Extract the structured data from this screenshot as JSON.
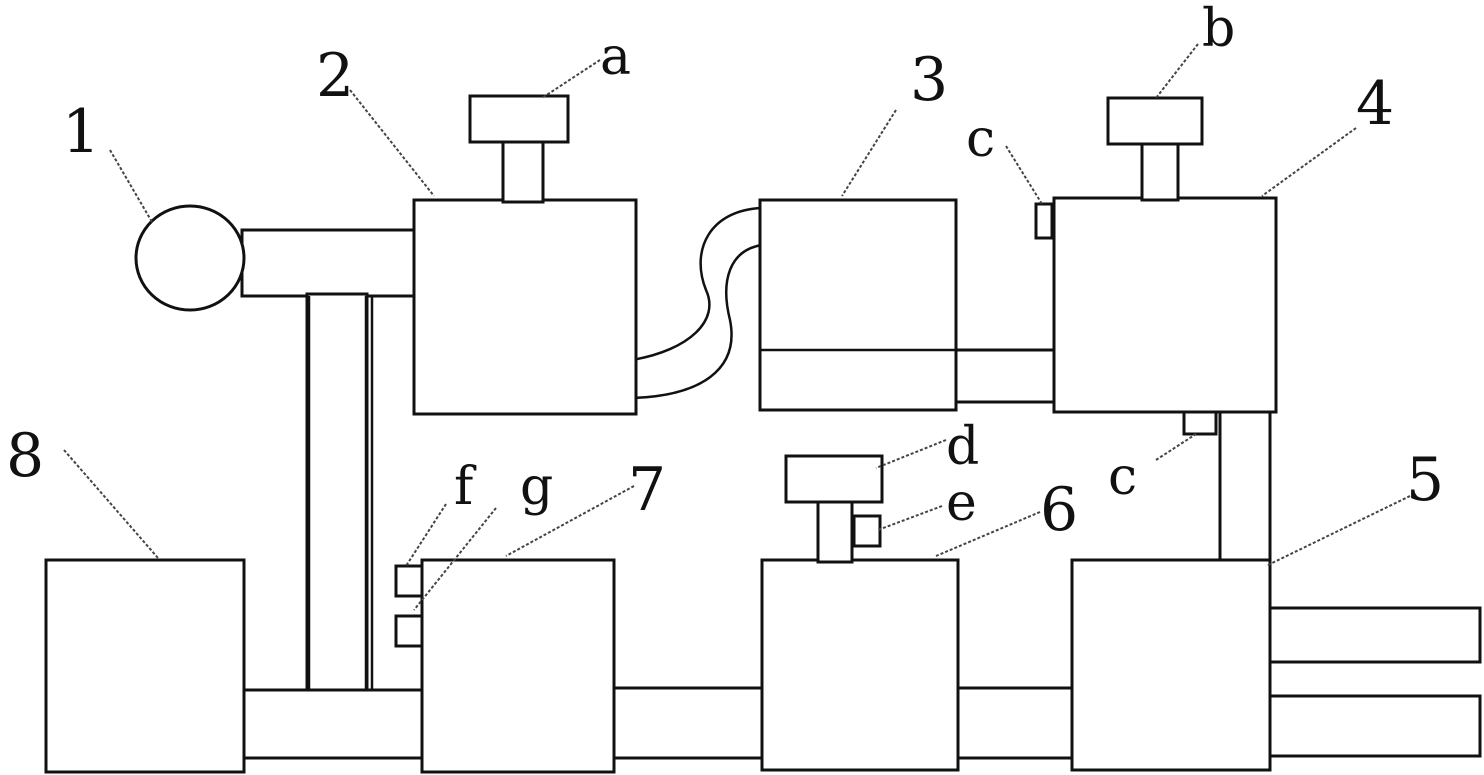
{
  "labels": {
    "n1": "1",
    "n2": "2",
    "n3": "3",
    "n4": "4",
    "n5": "5",
    "n6": "6",
    "n7": "7",
    "n8": "8",
    "a": "a",
    "b": "b",
    "c_top": "c",
    "c_bottom": "c",
    "d": "d",
    "e": "e",
    "f": "f",
    "g": "g"
  },
  "colors": {
    "stroke": "#111111",
    "background": "#ffffff"
  }
}
